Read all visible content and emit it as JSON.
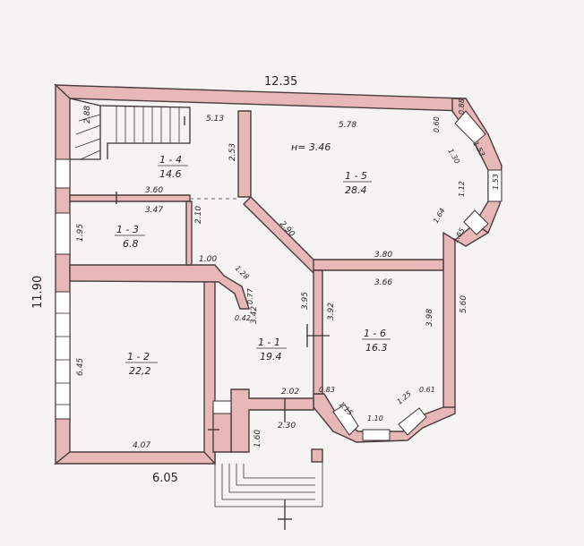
{
  "plan": {
    "ceiling_height": "н= 3.46",
    "overall_dimensions": [
      {
        "id": "top",
        "text": "12.35"
      },
      {
        "id": "left",
        "text": "11.90"
      },
      {
        "id": "bottom",
        "text": "6.05"
      }
    ],
    "rooms": [
      {
        "id": "1-1",
        "number": "1 - 1",
        "area": "19.4"
      },
      {
        "id": "1-2",
        "number": "1 - 2",
        "area": "22,2"
      },
      {
        "id": "1-3",
        "number": "1 - 3",
        "area": "6.8"
      },
      {
        "id": "1-4",
        "number": "1 - 4",
        "area": "14.6"
      },
      {
        "id": "1-5",
        "number": "1 - 5",
        "area": "28.4"
      },
      {
        "id": "1-6",
        "number": "1 - 6",
        "area": "16.3"
      }
    ],
    "dimensions": [
      "2.88",
      "5.13",
      "2.53",
      "5.78",
      "0.60",
      "0.88",
      "1.53",
      "1.30",
      "1.12",
      "1.53",
      "1.64",
      "1.65",
      "3.60",
      "3.47",
      "2.10",
      "2.90",
      "1.95",
      "3.80",
      "5.60",
      "1.00",
      "1.28",
      "3.66",
      "3.95",
      "3.92",
      "3.98",
      "0.77",
      "0.42",
      "3.42",
      "6.45",
      "2.02",
      "0.83",
      "1.15",
      "1.10",
      "1.25",
      "0.61",
      "4.07",
      "2.30",
      "1.60"
    ]
  }
}
